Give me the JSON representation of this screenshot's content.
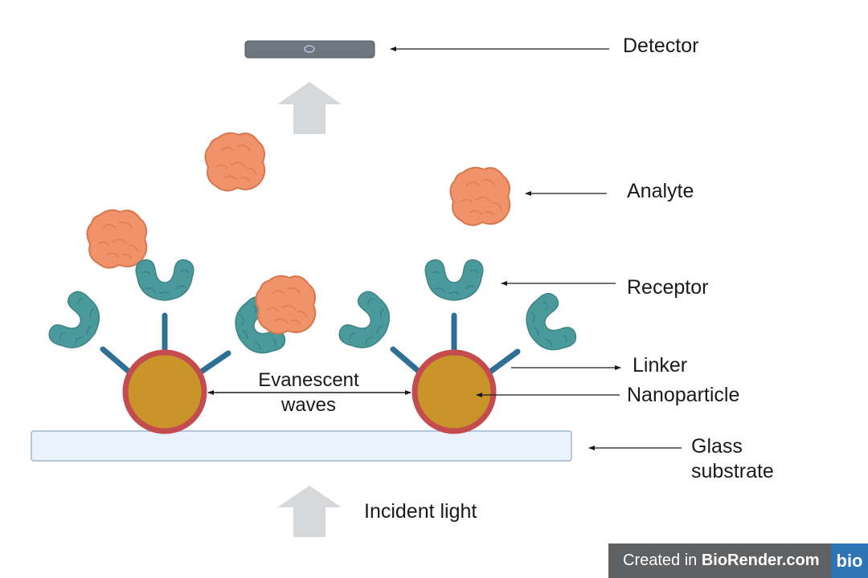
{
  "labels": {
    "detector": "Detector",
    "analyte": "Analyte",
    "receptor": "Receptor",
    "linker": "Linker",
    "nanoparticle": "Nanoparticle",
    "glass_line1": "Glass",
    "glass_line2": "substrate",
    "incident_light": "Incident light",
    "evanescent_line1": "Evanescent",
    "evanescent_line2": "waves"
  },
  "watermark": {
    "prefix": "Created in ",
    "brand": "BioRender.com",
    "logo": "bio"
  },
  "colors": {
    "analyte": "#f0936a",
    "receptor": "#4a9a9b",
    "linker": "#2e6f95",
    "nanoparticle_core": "#c9952a",
    "nanoparticle_ring": "#c44b4e",
    "substrate_fill": "#eaf2fb",
    "substrate_border": "#9fb6cf",
    "arrow_gray": "#d6d8da",
    "detector": "#6e7680"
  }
}
